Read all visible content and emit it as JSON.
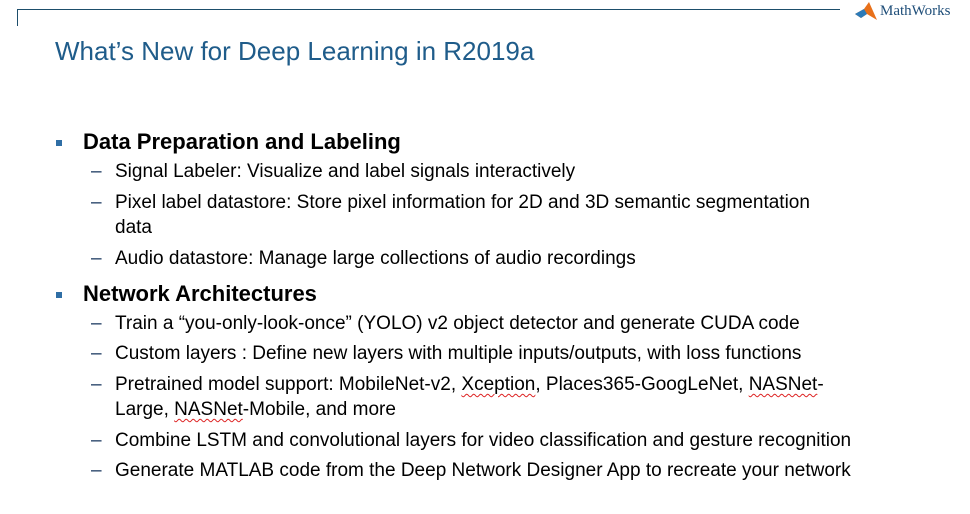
{
  "title": "What’s New for Deep Learning in R2019a",
  "logo": "MathWorks",
  "sections": [
    {
      "heading": "Data Preparation and Labeling",
      "items": [
        "Signal Labeler: Visualize and label signals interactively",
        "Pixel label datastore: Store pixel information for 2D and 3D semantic segmentation",
        "data",
        "Audio datastore: Manage large collections of audio recordings"
      ]
    },
    {
      "heading": "Network Architectures",
      "items": [
        "Train a “you-only-look-once” (YOLO) v2 object detector and generate CUDA code",
        "Custom layers : Define new layers with multiple inputs/outputs, with loss functions",
        {
          "a": "Pretrained model support:  MobileNet-v2, ",
          "b": "Xception",
          "c": ", Places365-GoogLeNet, ",
          "d": "NASNet",
          "e": "-"
        },
        {
          "a": "Large, ",
          "b": "NASNet",
          "c": "-Mobile, and more"
        },
        "Combine LSTM and convolutional layers for video classification and gesture recognition",
        "Generate MATLAB code from the Deep Network Designer App to recreate your network"
      ]
    }
  ]
}
